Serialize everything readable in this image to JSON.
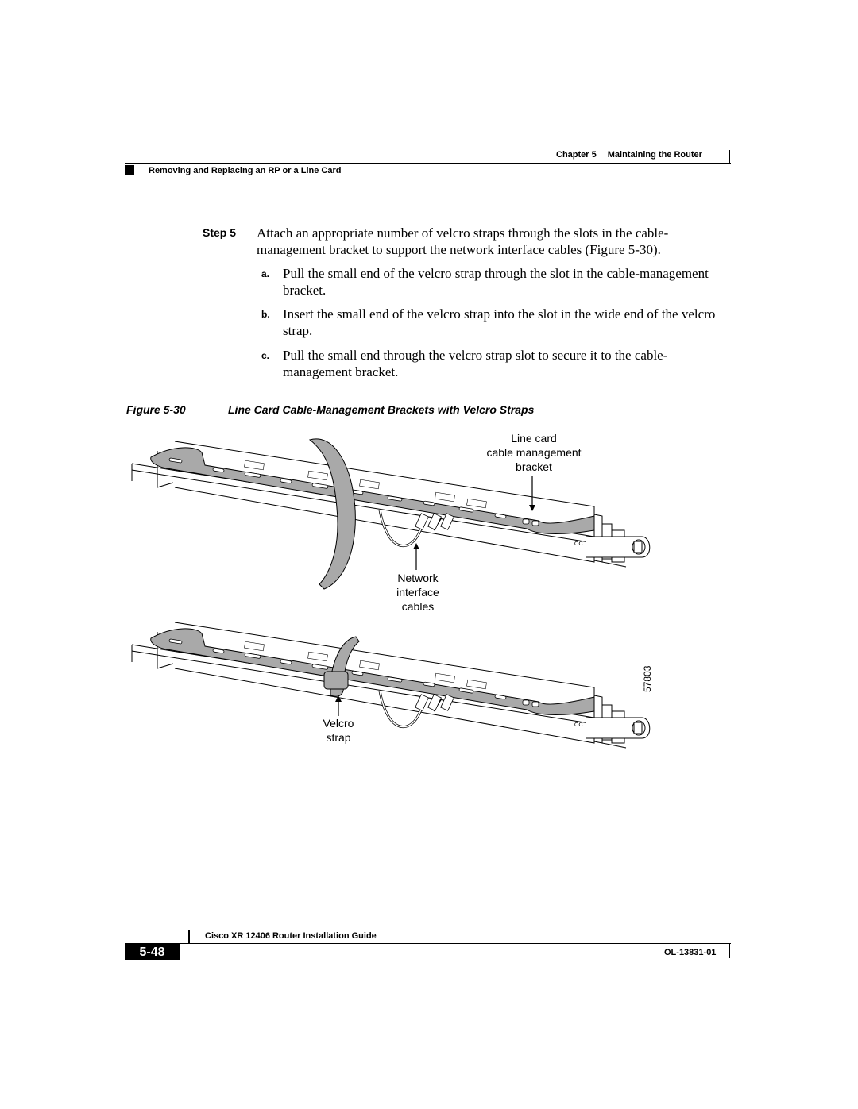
{
  "header": {
    "chapter_label": "Chapter 5",
    "chapter_title": "Maintaining the Router",
    "section": "Removing and Replacing an RP or a Line Card"
  },
  "step": {
    "label": "Step 5",
    "text": "Attach an appropriate number of velcro straps through the slots in the cable-management bracket to support the network interface cables (Figure 5-30).",
    "substeps": [
      {
        "letter": "a.",
        "text": "Pull the small end of the velcro strap through the slot in the cable-management bracket."
      },
      {
        "letter": "b.",
        "text": "Insert the small end of the velcro strap into the slot in the wide end of the velcro strap."
      },
      {
        "letter": "c.",
        "text": "Pull the small end through the velcro strap slot to secure it to the cable-management bracket."
      }
    ]
  },
  "figure": {
    "number": "Figure 5-30",
    "title": "Line Card Cable-Management Brackets with Velcro Straps",
    "callouts": {
      "bracket_line1": "Line card",
      "bracket_line2": "cable management",
      "bracket_line3": "bracket",
      "cables_line1": "Network",
      "cables_line2": "interface",
      "cables_line3": "cables",
      "strap_line1": "Velcro",
      "strap_line2": "strap"
    },
    "id": "57803"
  },
  "footer": {
    "title": "Cisco XR 12406 Router Installation Guide",
    "page": "5-48",
    "doc_id": "OL-13831-01"
  }
}
